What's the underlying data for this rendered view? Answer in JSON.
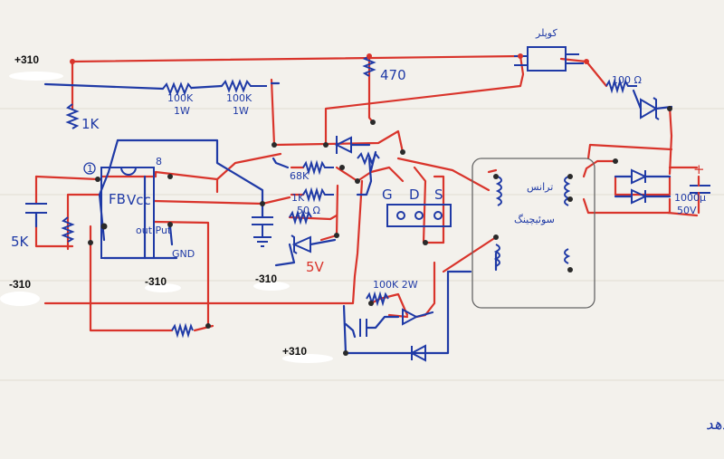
{
  "labels": {
    "v_top_left": "+310",
    "v_mid_left": "-310",
    "v_mid2": "-310",
    "v_mid3": "-310",
    "v_bottom": "+310",
    "r1": "1K",
    "r_top1": "100K",
    "r_top1b": "1W",
    "r_top2": "100K",
    "r_top2b": "1W",
    "r_470": "470",
    "r_68k": "68K",
    "r_1k": "1K",
    "r_50": "50 Ω",
    "r_5k": "5K",
    "r_100k2w": "100K 2W",
    "pin1": "1",
    "pin8": "8",
    "fb": "FB",
    "vcc": "Vcc",
    "out": "out Put",
    "gnd": "GND",
    "g": "G",
    "d": "D",
    "s": "S",
    "cap_top": "1000μ",
    "cap_bot": "50V",
    "r_100": "100 Ω",
    "zener_v": "5V",
    "plus": "+",
    "relay": "کوپلر",
    "transformer1": "ترانس",
    "transformer2": "سوئیچینگ",
    "note": "مقاومت X : قهوه ـ قرمز ـ سیاه ـ طلایی ـ قهوه‌ای ـ مقاومت بینهایت نشان می دهد"
  }
}
